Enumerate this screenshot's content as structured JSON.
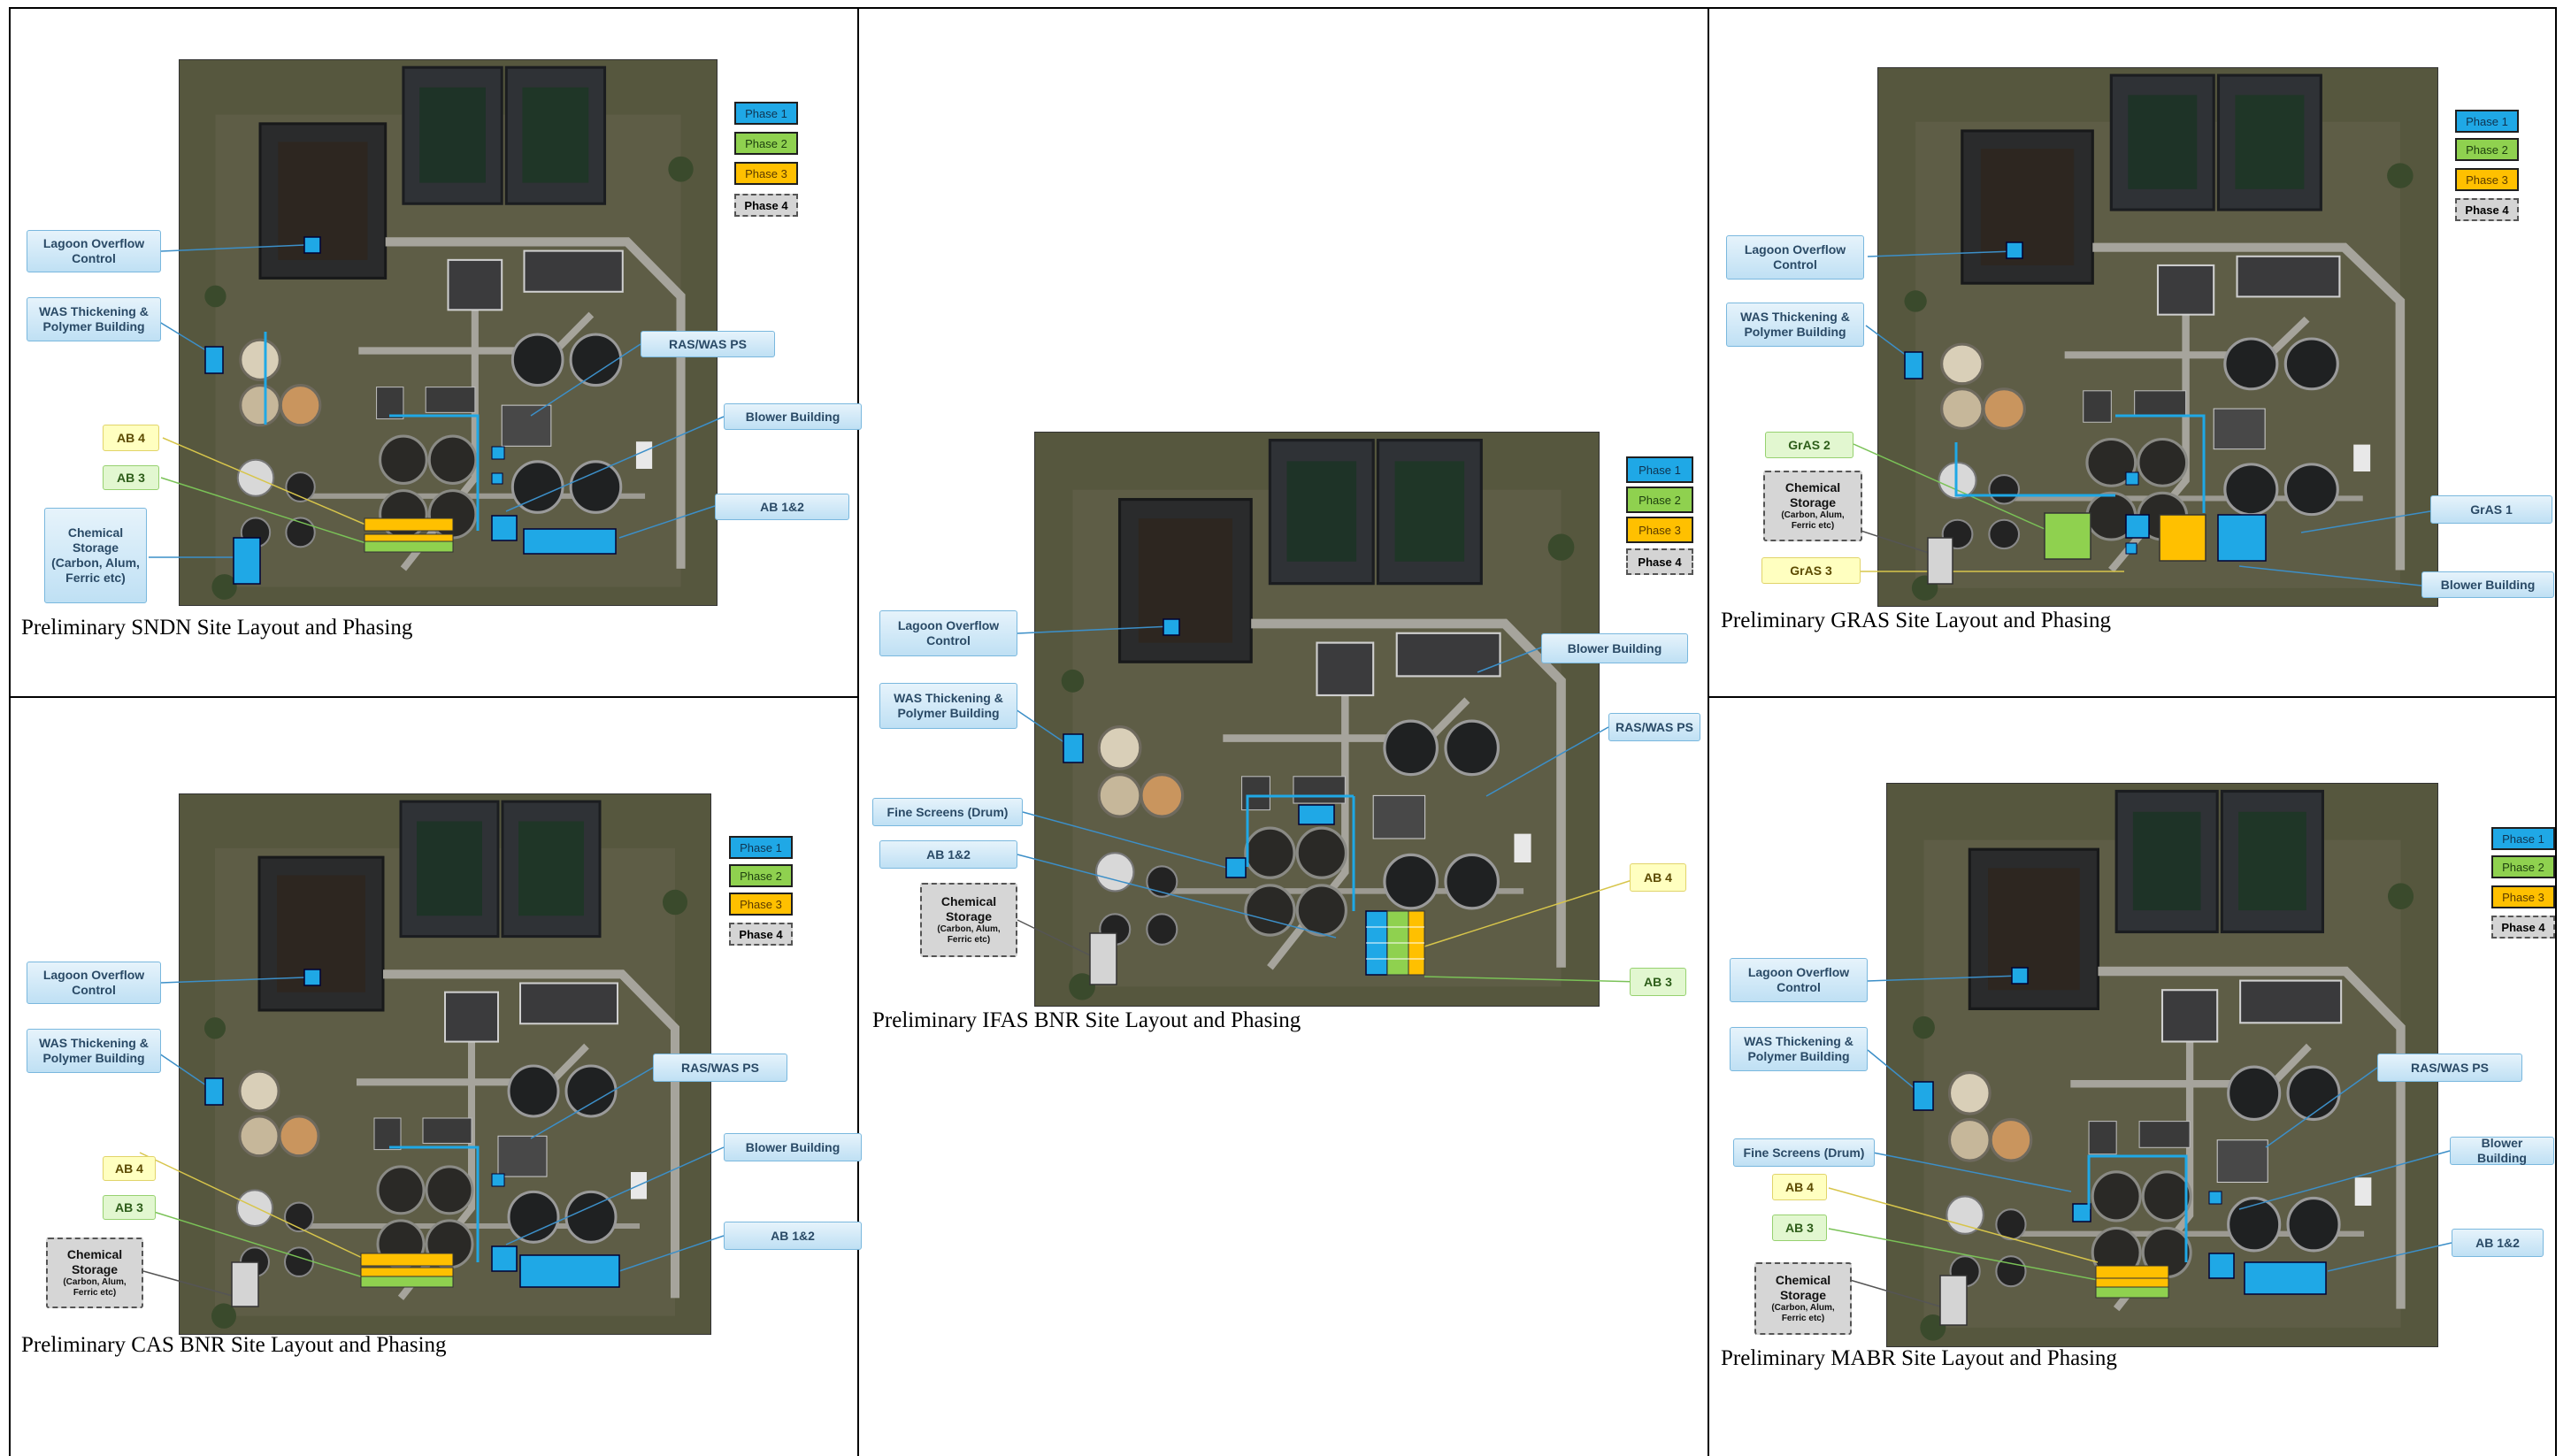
{
  "legend": {
    "phase1": "Phase 1",
    "phase2": "Phase 2",
    "phase3": "Phase 3",
    "phase4": "Phase 4"
  },
  "colors": {
    "phase1": "#1fa8e6",
    "phase2": "#8fd14f",
    "phase3": "#ffc000",
    "phase4": "#d4d4d4"
  },
  "panels": {
    "sndn": {
      "caption": "Preliminary SNDN Site Layout and Phasing",
      "labels": {
        "lagoon": "Lagoon Overflow Control",
        "was": "WAS Thickening & Polymer Building",
        "raswas": "RAS/WAS PS",
        "blower": "Blower Building",
        "ab4": "AB 4",
        "ab3": "AB 3",
        "ab12": "AB 1&2",
        "chem": "Chemical Storage (Carbon, Alum, Ferric etc)"
      }
    },
    "cas": {
      "caption": "Preliminary CAS BNR Site Layout and Phasing",
      "labels": {
        "lagoon": "Lagoon Overflow Control",
        "was": "WAS Thickening & Polymer Building",
        "raswas": "RAS/WAS PS",
        "blower": "Blower Building",
        "ab4": "AB 4",
        "ab3": "AB 3",
        "ab12": "AB 1&2",
        "chem_title": "Chemical Storage",
        "chem_sub": "(Carbon, Alum, Ferric etc)"
      }
    },
    "ifas": {
      "caption": "Preliminary IFAS BNR Site Layout and Phasing",
      "labels": {
        "lagoon": "Lagoon Overflow Control",
        "was": "WAS Thickening & Polymer Building",
        "fine": "Fine Screens (Drum)",
        "ab12": "AB 1&2",
        "chem_title": "Chemical Storage",
        "chem_sub": "(Carbon, Alum, Ferric etc)",
        "blower": "Blower Building",
        "raswas": "RAS/WAS PS",
        "ab4": "AB 4",
        "ab3": "AB 3"
      }
    },
    "gras": {
      "caption": "Preliminary GRAS Site Layout and Phasing",
      "labels": {
        "lagoon": "Lagoon Overflow Control",
        "was": "WAS Thickening & Polymer Building",
        "gras2": "GrAS 2",
        "chem_title": "Chemical Storage",
        "chem_sub": "(Carbon, Alum, Ferric etc)",
        "gras3": "GrAS 3",
        "gras1": "GrAS 1",
        "blower": "Blower Building"
      }
    },
    "mabr": {
      "caption": "Preliminary MABR Site Layout and Phasing",
      "labels": {
        "lagoon": "Lagoon Overflow Control",
        "was": "WAS Thickening & Polymer Building",
        "fine": "Fine Screens (Drum)",
        "ab4": "AB 4",
        "ab3": "AB 3",
        "chem_title": "Chemical Storage",
        "chem_sub": "(Carbon, Alum, Ferric etc)",
        "raswas": "RAS/WAS PS",
        "blower": "Blower Building",
        "ab12": "AB 1&2"
      }
    }
  }
}
